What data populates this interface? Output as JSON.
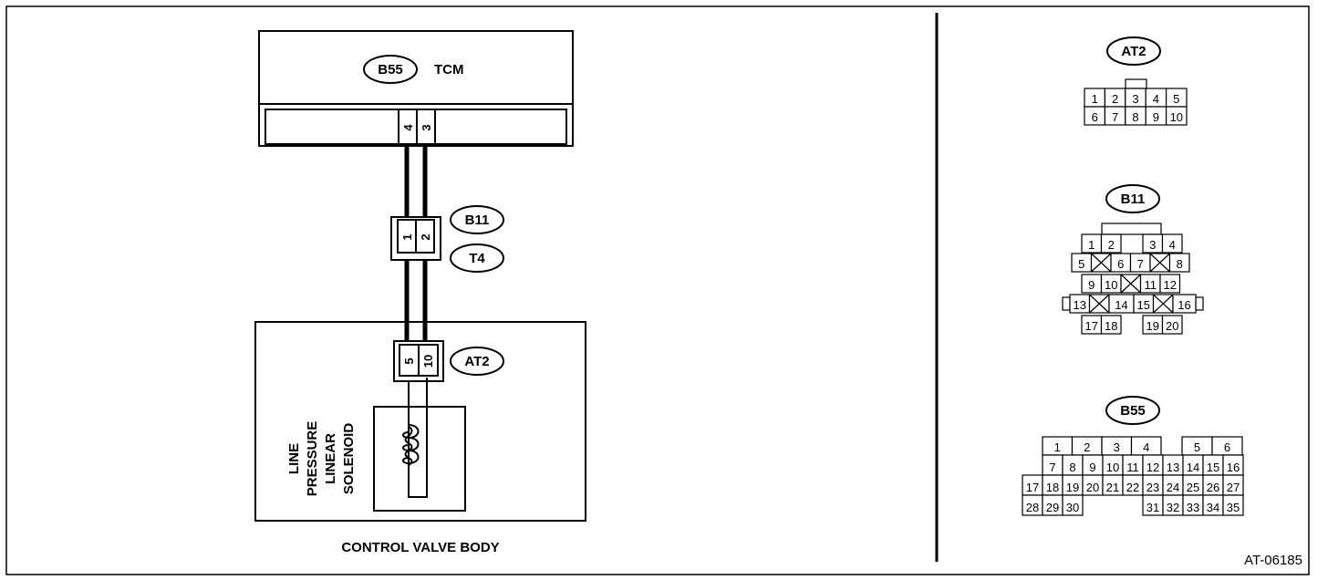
{
  "tcm": {
    "connector": "B55",
    "name": "TCM",
    "pins": [
      "4",
      "3"
    ]
  },
  "joint": {
    "connector_top": "B11",
    "connector_bottom": "T4",
    "pins": [
      "1",
      "2"
    ]
  },
  "valve_body": {
    "label": "CONTROL VALVE BODY",
    "connector": "AT2",
    "pins": [
      "5",
      "10"
    ],
    "solenoid_label": [
      "LINE",
      "PRESSURE",
      "LINEAR",
      "SOLENOID"
    ]
  },
  "connectors": {
    "at2": {
      "name": "AT2",
      "rows": [
        [
          "1",
          "2",
          "3",
          "4",
          "5"
        ],
        [
          "6",
          "7",
          "8",
          "9",
          "10"
        ]
      ]
    },
    "b11": {
      "name": "B11",
      "rows": [
        [
          "1",
          "2",
          "3",
          "4"
        ],
        [
          "5",
          "6",
          "7",
          "8"
        ],
        [
          "9",
          "10",
          "11",
          "12"
        ],
        [
          "13",
          "14",
          "15",
          "16"
        ],
        [
          "17",
          "18",
          "19",
          "20"
        ]
      ]
    },
    "b55": {
      "name": "B55",
      "rows": [
        [
          "1",
          "2",
          "3",
          "4",
          "5",
          "6"
        ],
        [
          "7",
          "8",
          "9",
          "10",
          "11",
          "12",
          "13",
          "14",
          "15",
          "16"
        ],
        [
          "17",
          "18",
          "19",
          "20",
          "21",
          "22",
          "23",
          "24",
          "25",
          "26",
          "27"
        ],
        [
          "28",
          "29",
          "30",
          "31",
          "32",
          "33",
          "34",
          "35"
        ]
      ]
    }
  },
  "figure_id": "AT-06185"
}
